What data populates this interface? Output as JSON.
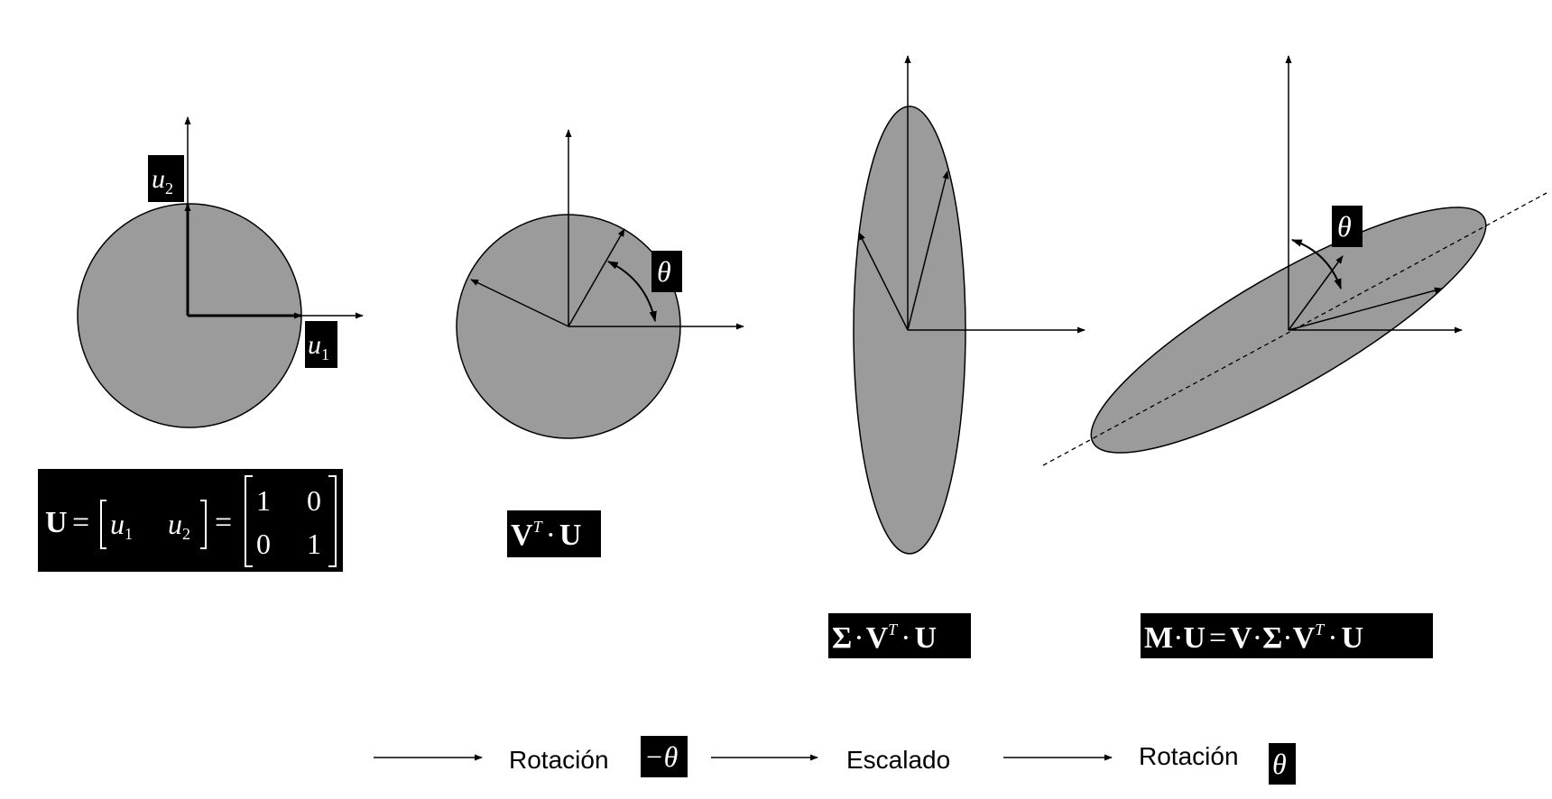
{
  "panels": [
    {
      "id": "identity",
      "vector_labels": {
        "u1": "u",
        "u1_sub": "1",
        "u2": "u",
        "u2_sub": "2"
      },
      "formula": {
        "lhs": "U",
        "eq1": "=",
        "u1": "u",
        "u1_sub": "1",
        "u2": "u",
        "u2_sub": "2",
        "eq2": "=",
        "matrix": [
          [
            "1",
            "0"
          ],
          [
            "0",
            "1"
          ]
        ]
      }
    },
    {
      "id": "rotated",
      "angle_label": "θ",
      "formula": {
        "v": "V",
        "sup": "T",
        "dot": "·",
        "u": "U"
      }
    },
    {
      "id": "scaled",
      "formula": {
        "sigma": "Σ",
        "dot1": "·",
        "v": "V",
        "sup": "T",
        "dot2": "·",
        "u": "U"
      }
    },
    {
      "id": "final",
      "angle_label": "θ",
      "formula": {
        "m": "M",
        "dot1": "·",
        "u1": "U",
        "eq": "=",
        "v": "V",
        "dot2": "·",
        "sigma": "Σ",
        "dot3": "·",
        "v2": "V",
        "sup": "T",
        "dot4": "·",
        "u2": "U"
      }
    }
  ],
  "steps": [
    {
      "label": "Rotación",
      "symbol": "−θ"
    },
    {
      "label": "Escalado"
    },
    {
      "label": "Rotación",
      "symbol": "θ"
    }
  ],
  "colors": {
    "fill": "#9b9b9b",
    "stroke": "#000000",
    "label_bg": "#000000",
    "label_text": "#ffffff"
  }
}
